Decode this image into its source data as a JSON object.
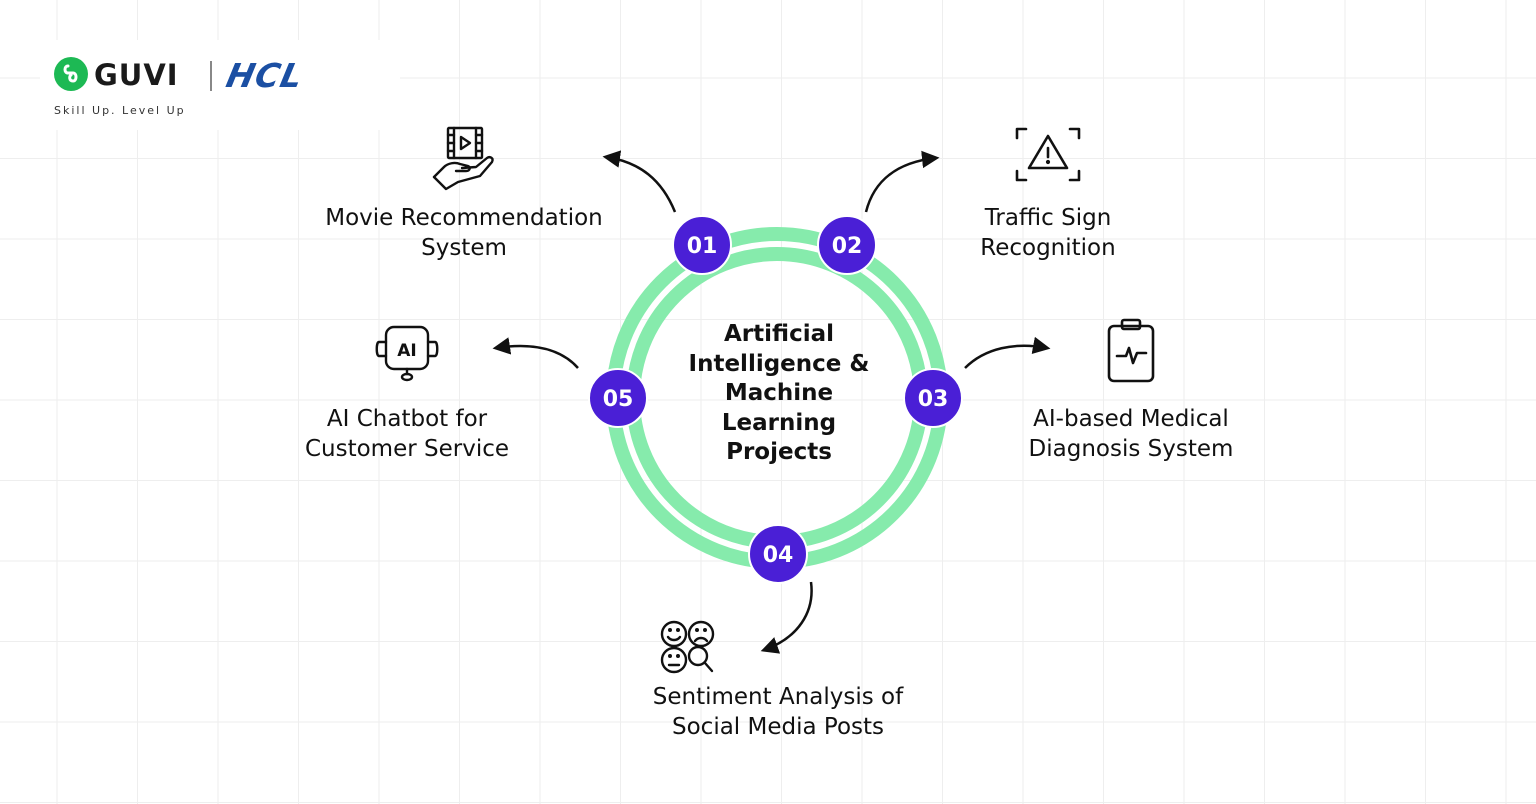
{
  "brand": {
    "logo_name": "GUVI",
    "partner_name": "HCL",
    "tagline": "Skill Up. Level Up",
    "colors": {
      "guvi_green": "#1db954",
      "hcl_blue": "#1b4fa3"
    }
  },
  "diagram": {
    "center_title": "Artificial\nIntelligence &\nMachine\nLearning\nProjects",
    "ring_color": "#86ebac",
    "badge_color": "#4a1fd6",
    "items": [
      {
        "number": "01",
        "label": "Movie Recommendation\nSystem",
        "icon": "video-hand-icon"
      },
      {
        "number": "02",
        "label": "Traffic Sign\nRecognition",
        "icon": "warning-sign-icon"
      },
      {
        "number": "03",
        "label": "AI-based Medical\nDiagnosis System",
        "icon": "medical-clipboard-icon"
      },
      {
        "number": "04",
        "label": "Sentiment Analysis of\nSocial Media Posts",
        "icon": "emotion-faces-icon"
      },
      {
        "number": "05",
        "label": "AI Chatbot for\nCustomer Service",
        "icon": "ai-headset-icon"
      }
    ],
    "ai_icon_text": "AI"
  }
}
